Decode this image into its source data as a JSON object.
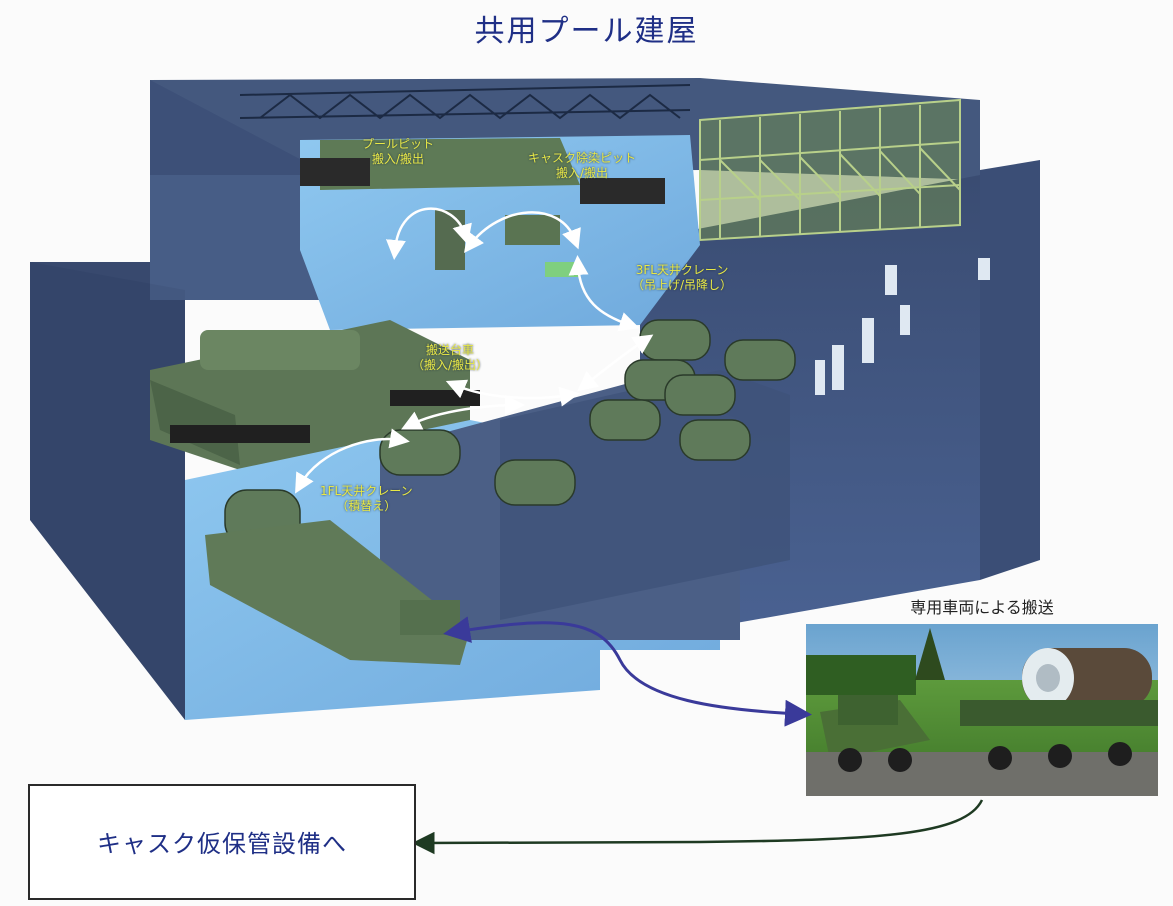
{
  "title": "共用プール建屋",
  "labels": {
    "pool_pit": [
      "プールピット",
      "搬入/搬出"
    ],
    "cask_decon_pit": [
      "キャスク除染ピット",
      "搬入/搬出"
    ],
    "crane_3f": [
      "3FL天井クレーン",
      "（吊上げ/吊降し）"
    ],
    "transport_cart": [
      "搬送台車",
      "（搬入/搬出）"
    ],
    "crane_1f": [
      "1FL天井クレーン",
      "（積替え）"
    ]
  },
  "truck_caption": "専用車両による搬送",
  "destination": "キャスク仮保管設備へ"
}
